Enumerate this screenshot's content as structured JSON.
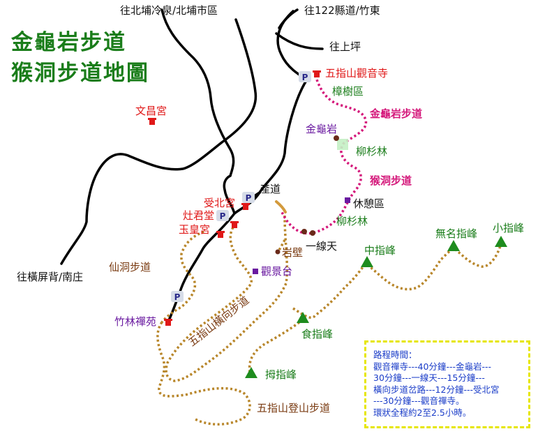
{
  "title_line1": "金龜岩步道",
  "title_line2": "猴洞步道地圖",
  "roads": {
    "to_beipu_lengquan": "往北埔冷泉/北埔市區",
    "to_county122": "往122縣道/竹東",
    "to_shangping": "往上坪",
    "to_hengshan": "往橫屏背/南庄",
    "industrial_road": "產道"
  },
  "temples": {
    "guanyin": "五指山觀音寺",
    "wenchang": "文昌宮",
    "shoubei": "受北宮",
    "zaojun": "灶君堂",
    "yuhuang": "玉皇宮",
    "zhulin": "竹林禪苑"
  },
  "trails": {
    "jinguiyan": "金龜岩步道",
    "houdong": "猴洞步道",
    "xiandong": "仙洞步道",
    "wuzhishan_cross": "五指山橫向步道",
    "wuzhishan_climb": "五指山登山步道"
  },
  "places": {
    "camphor_area": "樟樹區",
    "turtle_rock": "金龜岩",
    "fir_forest_1": "柳杉林",
    "fir_forest_2": "柳杉林",
    "rest_area": "休憩區",
    "yixiantian": "一線天",
    "rock_wall": "岩壁",
    "viewpoint": "觀景台"
  },
  "peaks": {
    "nameless": "無名指峰",
    "little": "小指峰",
    "middle": "中指峰",
    "index": "食指峰",
    "thumb": "拇指峰"
  },
  "parking_label": "P",
  "legend": {
    "lines": [
      "路程時間：",
      "觀音禪寺---40分鐘---金龜岩---",
      "30分鐘---一線天---15分鐘---",
      "橫向步道岔路---12分鐘---受北宮",
      "---30分鐘---觀音禪寺。",
      "環狀全程約2至2.5小時。"
    ]
  },
  "colors": {
    "road": "#000000",
    "loop_trail": "#d4177a",
    "mountain_trail": "#b8862a",
    "peak": "#1e8c1e",
    "temple": "#e01818",
    "title": "#1a7d1a",
    "legend_text": "#1a3cc8",
    "legend_border": "#e6e600"
  }
}
